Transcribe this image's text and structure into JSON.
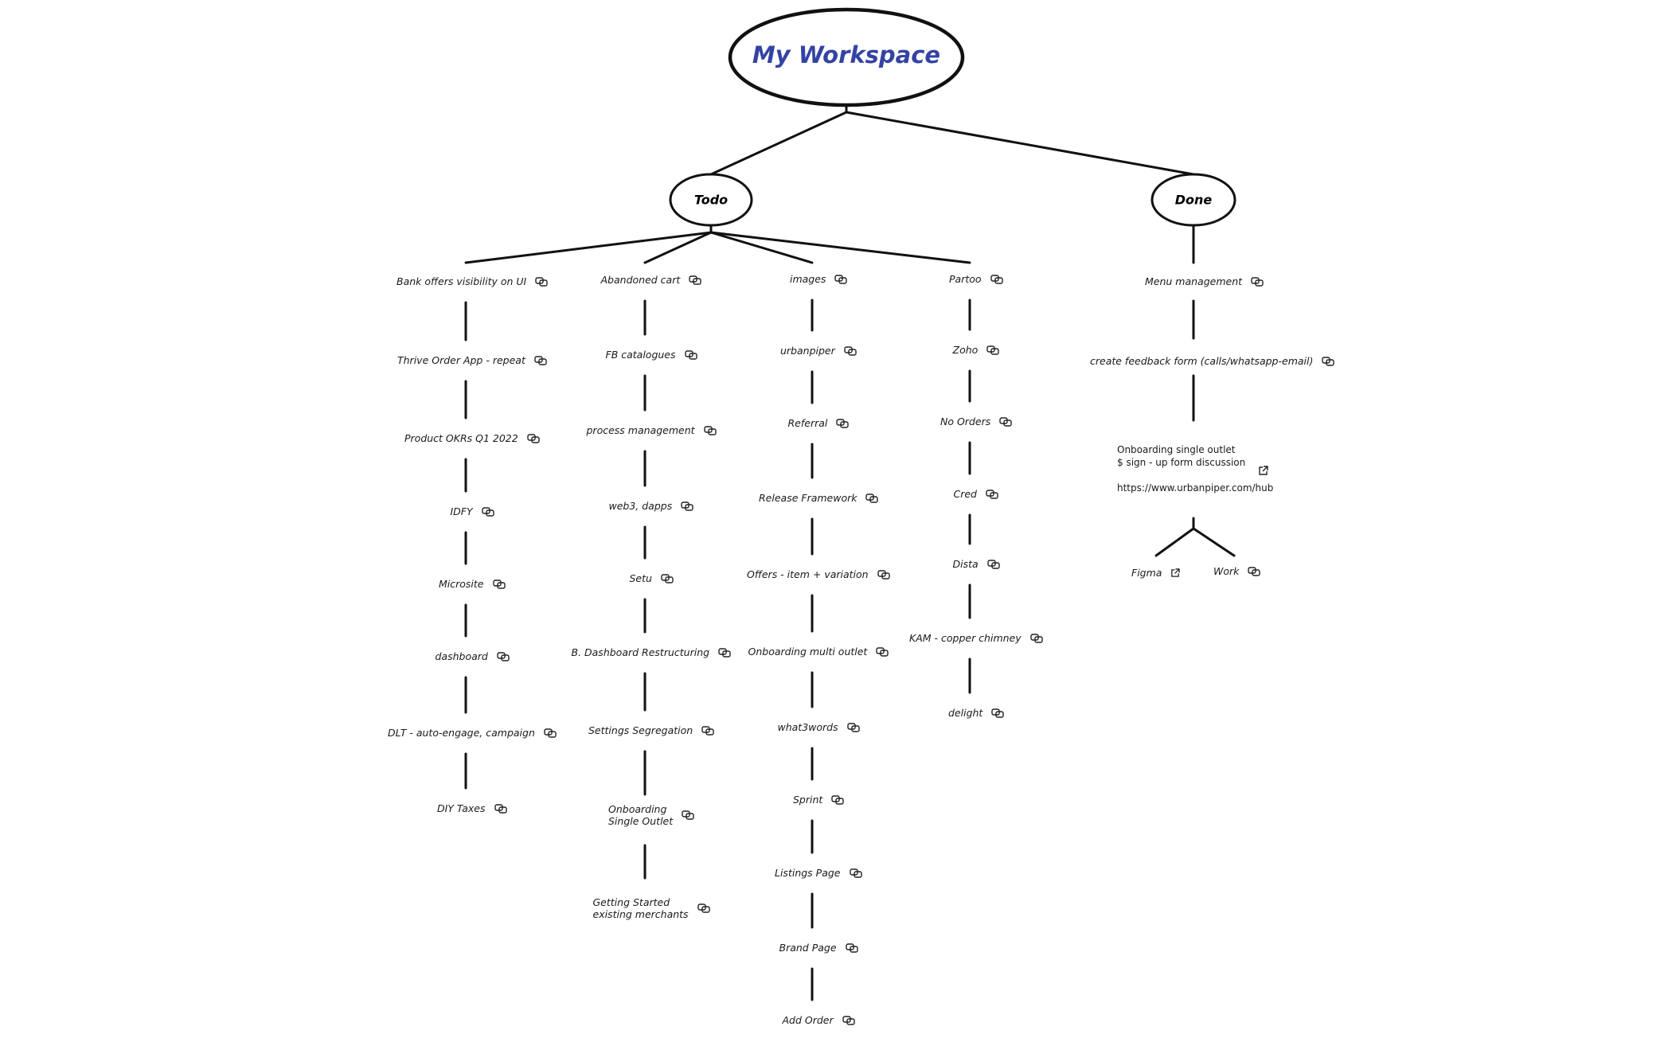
{
  "root": {
    "title": "My Workspace",
    "title_color": "#3443a3"
  },
  "colors": {
    "line": "#111111",
    "text": "#1a1a1a"
  },
  "branches": {
    "todo": {
      "label": "Todo"
    },
    "done": {
      "label": "Done"
    }
  },
  "todo_columns": [
    {
      "items": [
        "Bank offers visibility on UI",
        "Thrive Order App - repeat",
        "Product OKRs Q1 2022",
        "IDFY",
        "Microsite",
        "dashboard",
        "DLT - auto-engage, campaign",
        "DIY Taxes"
      ]
    },
    {
      "items": [
        "Abandoned cart",
        "FB catalogues",
        "process management",
        "web3, dapps",
        "Setu",
        "B. Dashboard Restructuring",
        "Settings Segregation",
        "Onboarding\nSingle Outlet",
        "Getting Started\nexisting merchants"
      ]
    },
    {
      "items": [
        "images",
        "urbanpiper",
        "Referral",
        "Release Framework",
        "Offers - item + variation",
        "Onboarding multi outlet",
        "what3words",
        "Sprint",
        "Listings Page",
        "Brand Page",
        "Add Order"
      ]
    },
    {
      "items": [
        "Partoo",
        "Zoho",
        "No Orders",
        "Cred",
        "Dista",
        "KAM - copper chimney",
        "delight"
      ]
    }
  ],
  "done_column": {
    "items": [
      "Menu management",
      "create feedback form (calls/whatsapp-email)"
    ],
    "onboarding_node": {
      "lines": [
        "Onboarding single outlet",
        "$ sign - up form discussion"
      ],
      "url": "https://www.urbanpiper.com/hub"
    },
    "children": [
      "Figma",
      "Work"
    ]
  },
  "icons": {
    "link": "link-icon",
    "external": "external-link-icon"
  }
}
